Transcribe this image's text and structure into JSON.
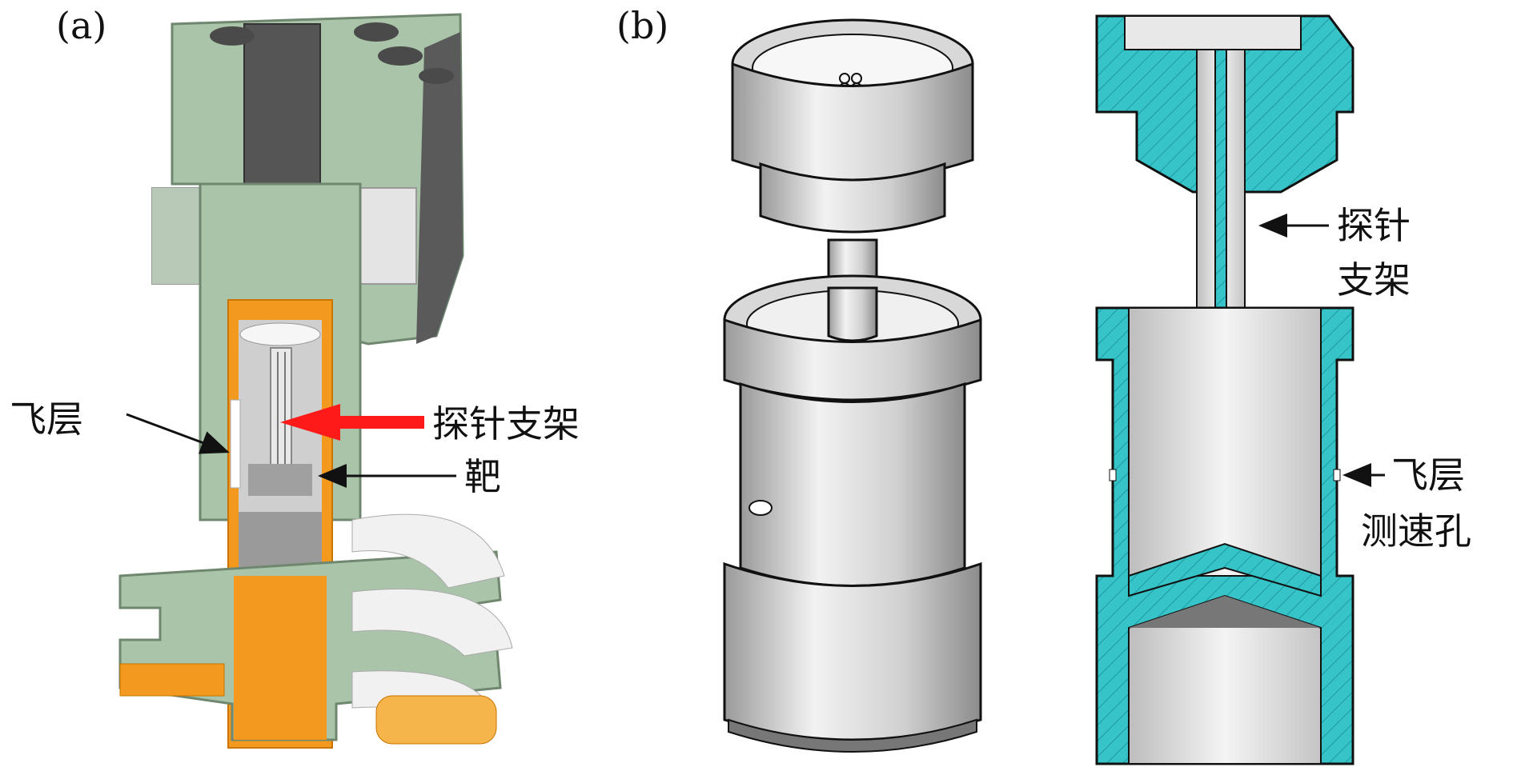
{
  "panels": {
    "a": {
      "label": "(a)",
      "annotations": {
        "flyer": "飞层",
        "probe_holder": "探针支架",
        "target": "靶"
      }
    },
    "b": {
      "label": "(b)",
      "annotations": {
        "probe_holder_line1": "探针",
        "probe_holder_line2": "支架",
        "flyer_hole_line1": "飞层",
        "flyer_hole_line2": "测速孔"
      }
    }
  },
  "colors": {
    "green": "#a9c4a9",
    "dark_gray": "#5a5a5a",
    "orange": "#f39a1e",
    "light_gray": "#e6e6e6",
    "cyan": "#36c4c9",
    "red_arrow": "#ff1a1a"
  },
  "icons": {
    "label_arrow": "arrow-left-icon",
    "highlight_arrow": "red-arrow-icon"
  }
}
